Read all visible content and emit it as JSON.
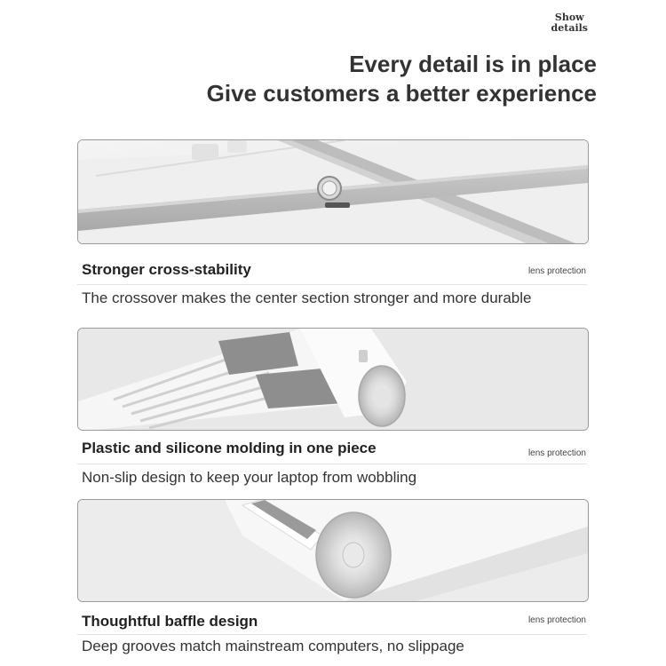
{
  "badge": {
    "line1": "Show",
    "line2": "details"
  },
  "heading": {
    "line1": "Every detail is in place",
    "line2": "Give customers a better experience"
  },
  "sections": [
    {
      "title": "Stronger cross-stability",
      "note": "lens protection",
      "description": "The crossover makes the center section stronger and more durable",
      "image": "crossbar-closeup-photo"
    },
    {
      "title": "Plastic and silicone molding in one piece",
      "note": "lens protection",
      "description": "Non-slip design to keep your laptop from wobbling",
      "image": "silicone-pad-closeup-photo"
    },
    {
      "title": "Thoughtful baffle design",
      "note": "lens protection",
      "description": "Deep grooves match mainstream computers, no slippage",
      "image": "baffle-hinge-closeup-photo"
    }
  ]
}
